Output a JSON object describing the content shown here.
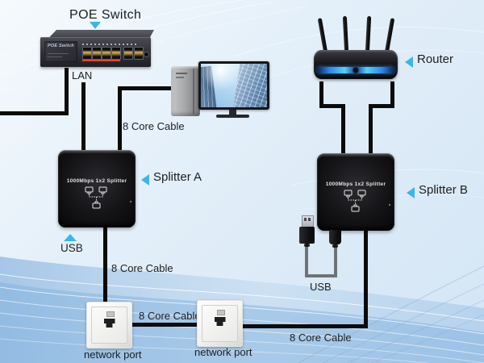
{
  "colors": {
    "accent_cyan": "#3ab7e9",
    "cable_black": "#0b0b0b",
    "usb_cable_gray": "#6e7072",
    "background_blue": "#dcebf8",
    "splitter_body": "#0a0a0c",
    "wallplate_white": "#f2f2f0",
    "router_glow_blue": "#56d2f5"
  },
  "icons": {
    "pointer_down": "cyan triangle-down",
    "pointer_up": "cyan triangle-up",
    "pointer_left": "cyan triangle-left",
    "splitter_ports": "1-to-2 RJ45 splitter glyph",
    "rj45_jack": "RJ45 wall jack glyph"
  },
  "poe_switch": {
    "title": "POE Switch",
    "faceplate_text": "POE Switch",
    "lan_label": "LAN"
  },
  "router": {
    "label": "Router"
  },
  "splitter_a": {
    "label": "Splitter A",
    "panel_text": "1000Mbps 1x2 Splitter",
    "usb_label": "USB"
  },
  "splitter_b": {
    "label": "Splitter B",
    "panel_text": "1000Mbps 1x2 Splitter",
    "usb_label": "USB"
  },
  "wall_port_1": {
    "label": "network port"
  },
  "wall_port_2": {
    "label": "network port"
  },
  "cable_labels": {
    "pc_to_splitter_a": "8 Core Cable",
    "splitter_a_to_wall_port": "8 Core Cable",
    "wall_port_to_wall_port": "8 Core Cable",
    "wall_port_to_splitter_b": "8 Core Cable"
  }
}
